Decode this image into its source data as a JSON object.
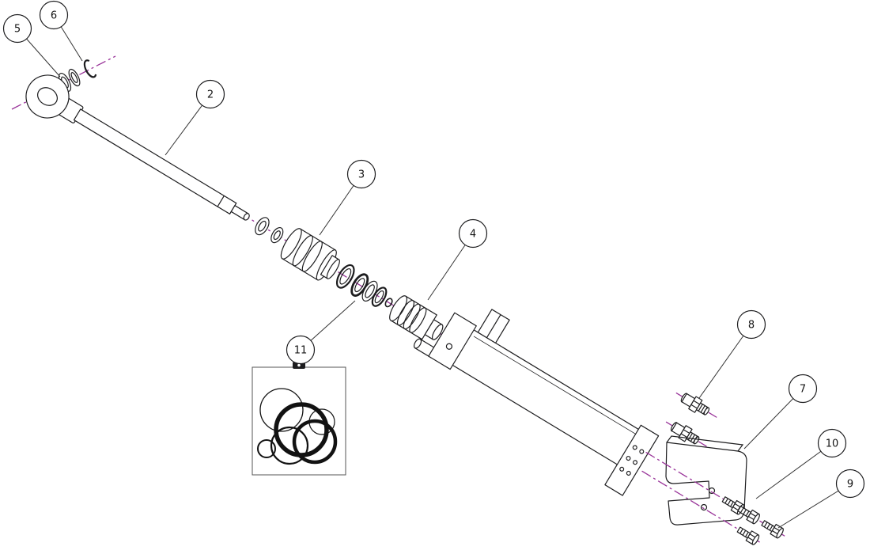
{
  "diagram": {
    "colors": {
      "bg": "#ffffff",
      "ink": "#1d1d1f",
      "centerline": "#993399",
      "leader": "#333333"
    },
    "callouts": [
      {
        "label": "2"
      },
      {
        "label": "3"
      },
      {
        "label": "4"
      },
      {
        "label": "5"
      },
      {
        "label": "6"
      },
      {
        "label": "7"
      },
      {
        "label": "8"
      },
      {
        "label": "9"
      },
      {
        "label": "10"
      },
      {
        "label": "11"
      }
    ]
  }
}
